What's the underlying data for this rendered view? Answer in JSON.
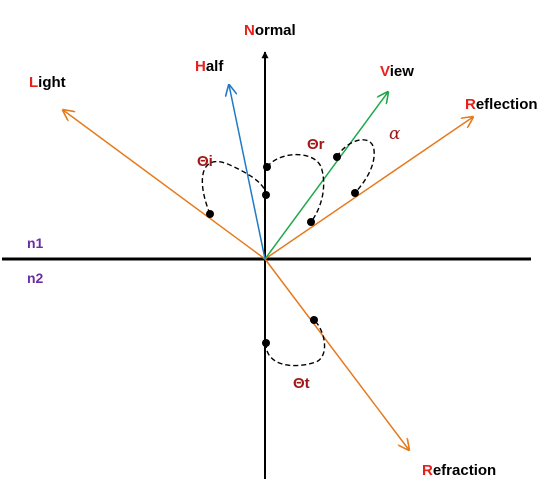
{
  "colors": {
    "axis": "#000000",
    "light": "#e57a1e",
    "reflection": "#e57a1e",
    "refraction": "#e57a1e",
    "view": "#1fa84a",
    "half": "#1f7ac8",
    "label_initial": "#e8201a",
    "theta": "#a01818",
    "medium": "#6a2fa0"
  },
  "labels": {
    "normal": {
      "initial": "N",
      "rest": "ormal"
    },
    "half": {
      "initial": "H",
      "rest": "alf"
    },
    "view": {
      "initial": "V",
      "rest": "iew"
    },
    "light": {
      "initial": "L",
      "rest": "ight"
    },
    "reflection": {
      "initial": "R",
      "rest": "eflection"
    },
    "refraction": {
      "initial": "R",
      "rest": "efraction"
    }
  },
  "angles": {
    "theta_i": "Θi",
    "theta_r": "Θr",
    "theta_t": "Θt",
    "alpha": "α"
  },
  "media": {
    "n1": "n1",
    "n2": "n2"
  }
}
